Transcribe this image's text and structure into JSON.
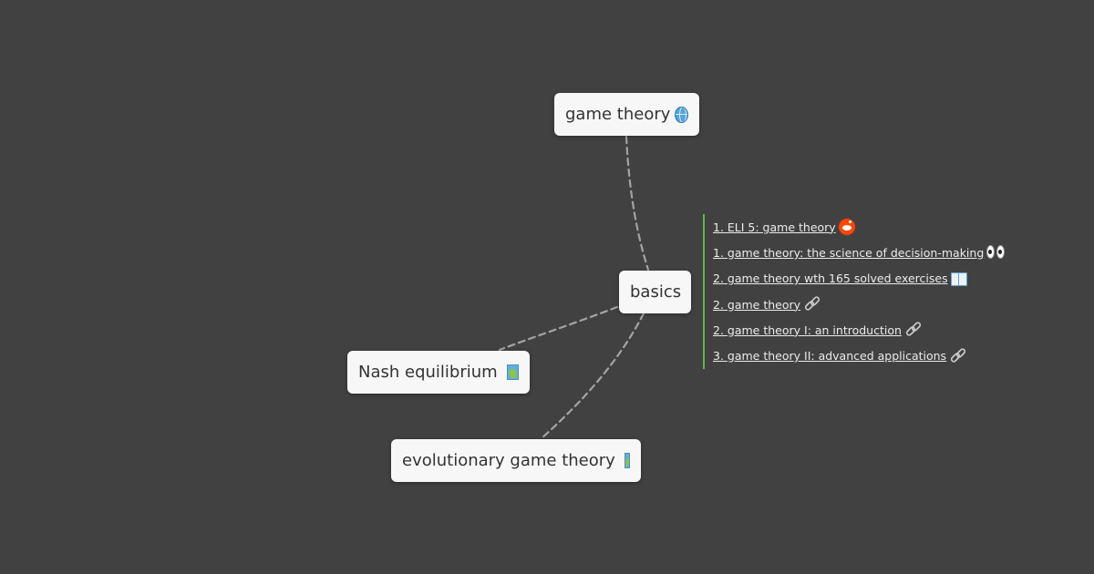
{
  "mindmap": {
    "nodes": {
      "game_theory": {
        "label": "game theory",
        "icon": "globe-icon"
      },
      "basics": {
        "label": "basics"
      },
      "nash": {
        "label": "Nash equilibrium",
        "icon": "map-icon"
      },
      "evolutionary": {
        "label": "evolutionary game theory",
        "icon": "map-icon"
      }
    },
    "notes": [
      {
        "text": "1. ELI 5: game theory",
        "icon": "reddit-icon"
      },
      {
        "text": "1. game theory: the science of decision-making",
        "icon": "eyes-icon"
      },
      {
        "text": "2. game theory wth 165 solved exercises",
        "icon": "open-book-icon"
      },
      {
        "text": "2. game theory",
        "icon": "link-icon"
      },
      {
        "text": "2. game theory I: an introduction",
        "icon": "link-icon"
      },
      {
        "text": "3. game theory II: advanced applications",
        "icon": "link-icon"
      }
    ],
    "colors": {
      "background": "#414141",
      "node_fill": "#f7f7f7",
      "edge": "#a3a3a3",
      "notes_accent": "#5cb54a"
    }
  }
}
